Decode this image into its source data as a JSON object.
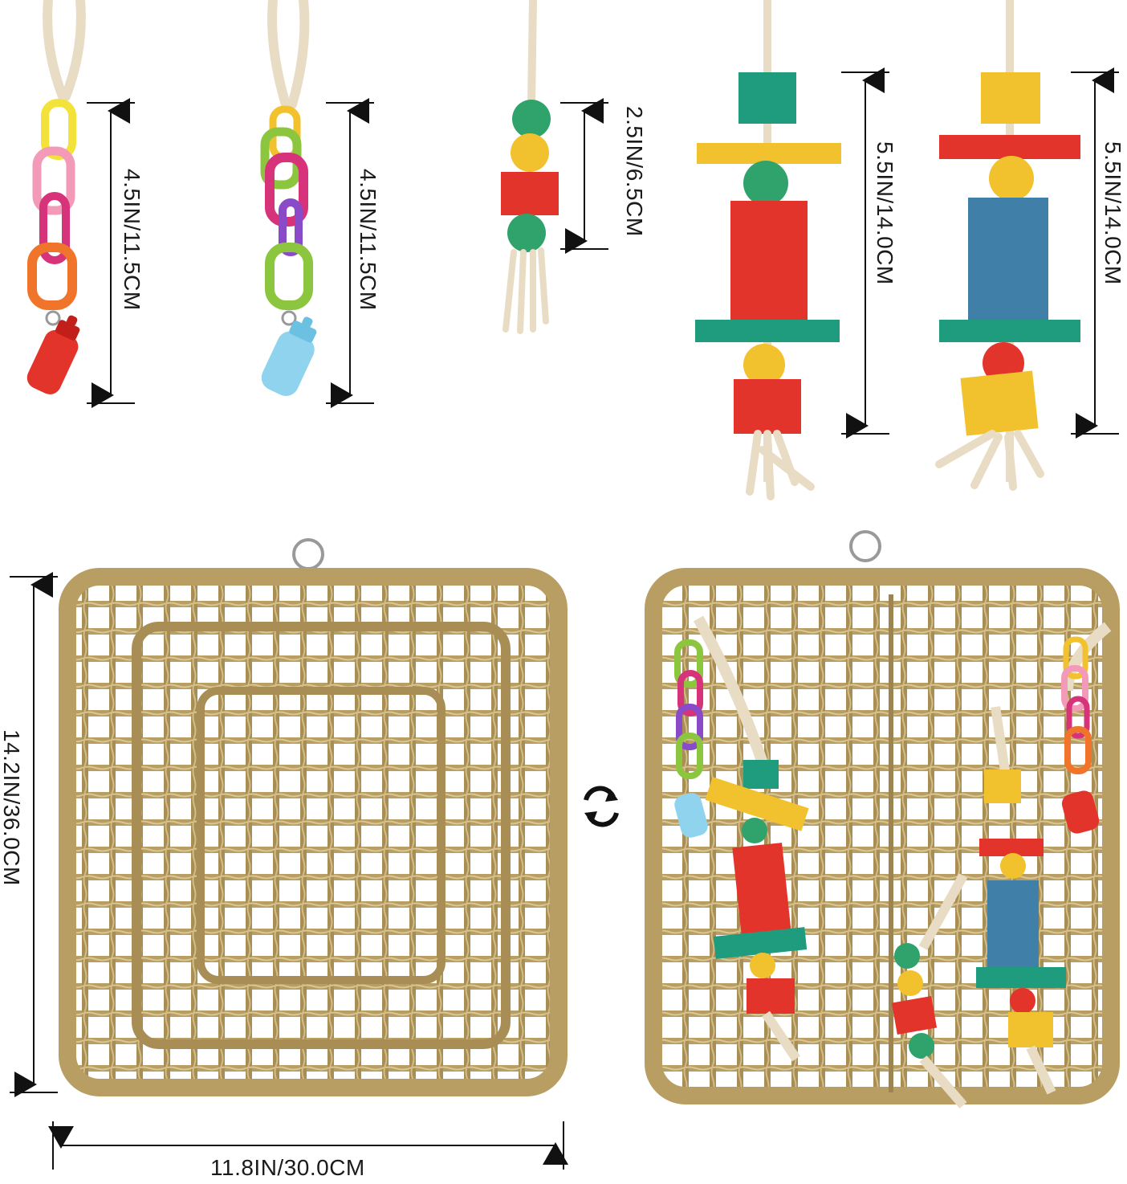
{
  "dimensions": {
    "chain_red_bottle": "4.5IN/11.5CM",
    "chain_blue_bottle": "4.5IN/11.5CM",
    "bead_toy": "2.5IN/6.5CM",
    "block_toy_red": "5.5IN/14.0CM",
    "block_toy_blue": "5.5IN/14.0CM",
    "mat_height": "14.2IN/36.0CM",
    "mat_width": "11.8IN/30.0CM"
  },
  "icons": {
    "swap": "refresh-cycle-icon"
  },
  "colors": {
    "seagrass": "#c9b27a",
    "seagrass_dark": "#9c8550",
    "rope": "#e9dcc4",
    "red": "#e2342b",
    "yellow": "#f2c12e",
    "green": "#2fa36b",
    "teal": "#1f9c7e",
    "blue": "#3f7fa8",
    "pink": "#f39ab8",
    "magenta": "#d6337a",
    "orange": "#f0742a",
    "purple": "#8a4bc8",
    "lime": "#8cc63f",
    "lightblue": "#8fd3ee"
  }
}
